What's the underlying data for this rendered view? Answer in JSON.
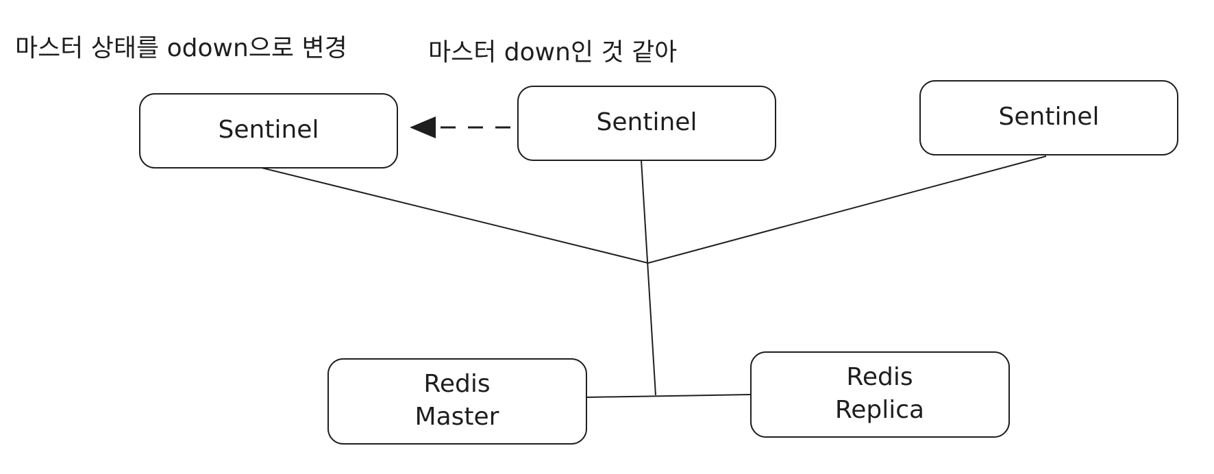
{
  "annotations": {
    "left": "마스터 상태를 odown으로 변경",
    "center": "마스터 down인 것 같아"
  },
  "nodes": {
    "sentinel_left": {
      "label": "Sentinel"
    },
    "sentinel_center": {
      "label": "Sentinel"
    },
    "sentinel_right": {
      "label": "Sentinel"
    },
    "redis_master": {
      "line1": "Redis",
      "line2": "Master"
    },
    "redis_replica": {
      "line1": "Redis",
      "line2": "Replica"
    }
  },
  "colors": {
    "stroke": "#1e1e1e",
    "background": "#ffffff"
  }
}
